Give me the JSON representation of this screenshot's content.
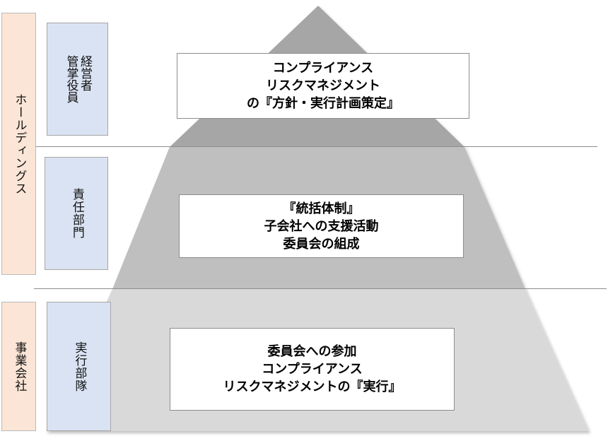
{
  "org_labels": {
    "holdings": "ホールディングス",
    "operating_company": "事業会社"
  },
  "role_labels": {
    "executives": "経営者\n管掌役員",
    "responsible_dept": "責任部門",
    "execution_dept": "実行部隊"
  },
  "tiers": {
    "top": "コンプライアンス\nリスクマネジメント\nの『方針・実行計画策定』",
    "middle": "『統括体制』\n子会社への支援活動\n委員会の組成",
    "bottom": "委員会への参加\nコンプライアンス\nリスクマネジメントの『実行』"
  },
  "colors": {
    "tier_top": "#a6a6a6",
    "tier_middle": "#bfbfbf",
    "tier_bottom": "#d9d9d9",
    "org_fill": "#fbe5d6",
    "role_fill": "#dae3f3"
  }
}
